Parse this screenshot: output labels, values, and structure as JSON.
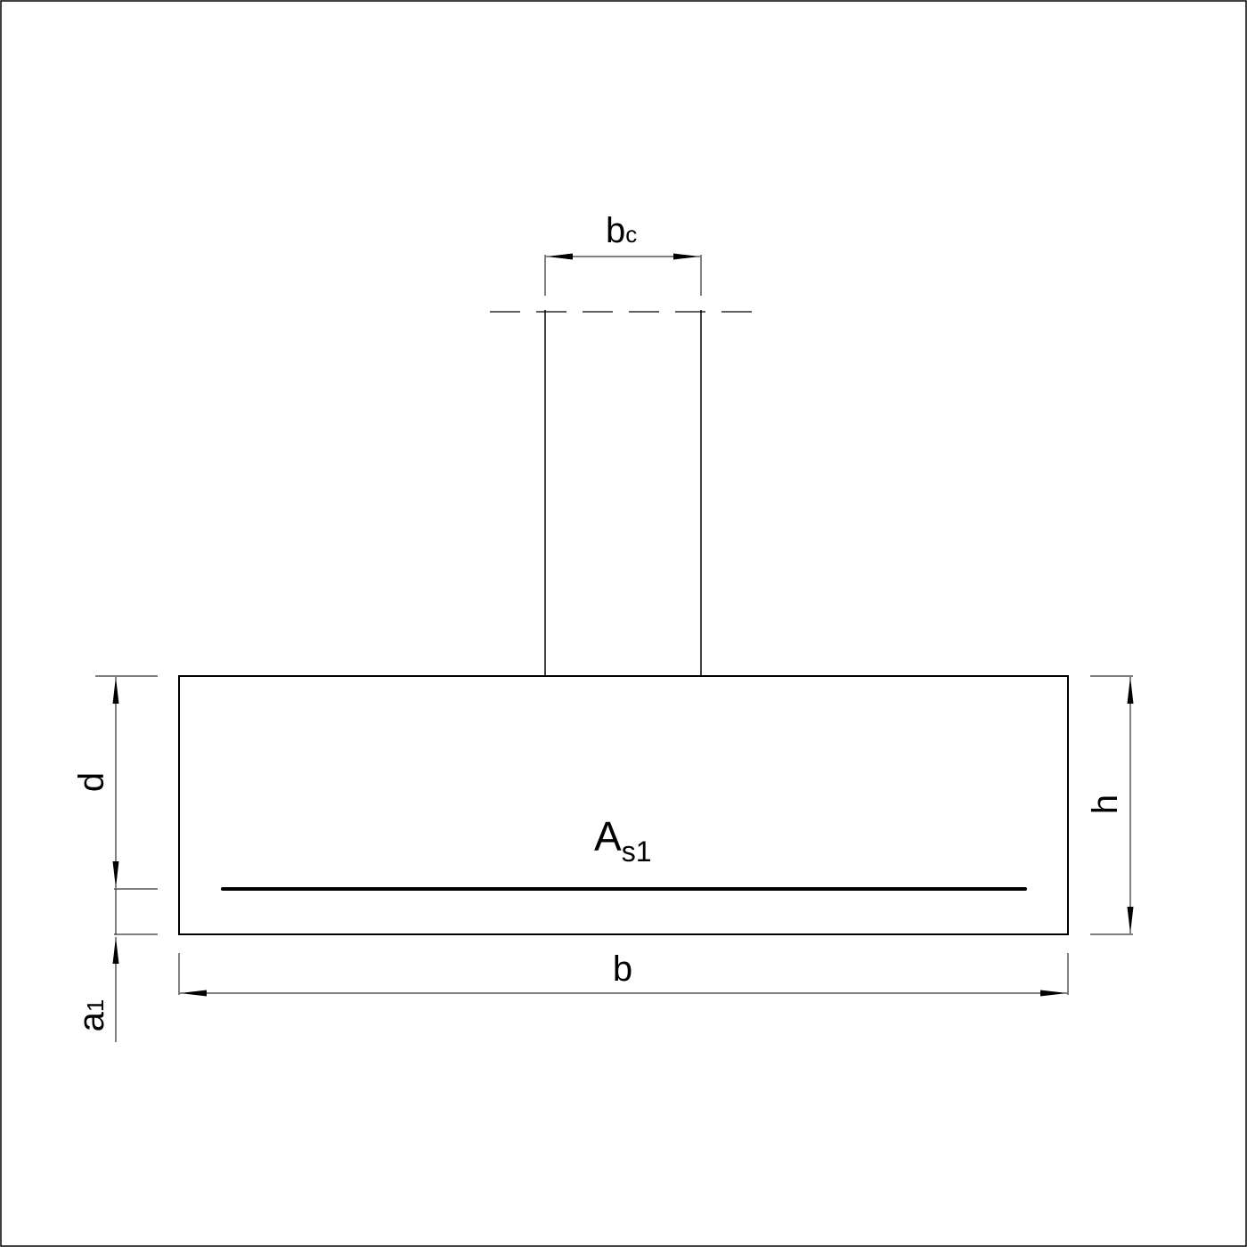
{
  "diagram": {
    "labels": {
      "column_width": {
        "main": "b",
        "sub": "c"
      },
      "footing_width": {
        "main": "b"
      },
      "effective_depth": {
        "main": "d"
      },
      "height": {
        "main": "h"
      },
      "cover": {
        "main": "a",
        "sub": "1"
      },
      "reinforcement": {
        "main": "A",
        "sub": "s1"
      }
    },
    "colors": {
      "line": "#000000",
      "background": "#ffffff"
    }
  }
}
